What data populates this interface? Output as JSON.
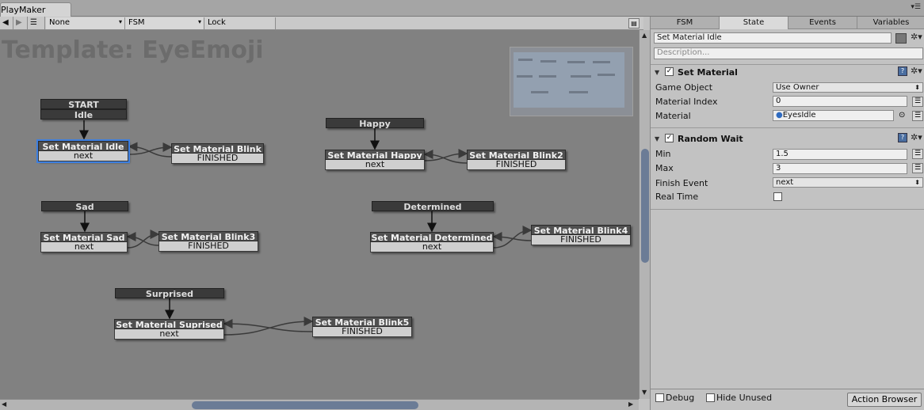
{
  "window": {
    "tab": "PlayMaker"
  },
  "toolbar": {
    "back": "◀",
    "fwd": "▶",
    "menu": "☰",
    "owner": "None",
    "fsm": "FSM",
    "lock": "Lock"
  },
  "canvas": {
    "title": "Template: EyeEmoji",
    "groups": [
      {
        "start": "START",
        "state": "Idle"
      },
      {
        "state": "Happy"
      },
      {
        "state": "Sad"
      },
      {
        "state": "Determined"
      },
      {
        "state": "Surprised"
      }
    ],
    "nodes": {
      "set_idle": {
        "title": "Set Material Idle",
        "event": "next"
      },
      "blink": {
        "title": "Set Material Blink",
        "event": "FINISHED"
      },
      "set_happy": {
        "title": "Set Material Happy",
        "event": "next"
      },
      "blink2": {
        "title": "Set Material Blink2",
        "event": "FINISHED"
      },
      "set_sad": {
        "title": "Set Material Sad",
        "event": "next"
      },
      "blink3": {
        "title": "Set Material Blink3",
        "event": "FINISHED"
      },
      "set_determined": {
        "title": "Set Material Determined",
        "event": "next"
      },
      "blink4": {
        "title": "Set Material Blink4",
        "event": "FINISHED"
      },
      "set_suprised": {
        "title": "Set Material Suprised",
        "event": "next"
      },
      "blink5": {
        "title": "Set Material Blink5",
        "event": "FINISHED"
      }
    }
  },
  "panel": {
    "tabs": [
      "FSM",
      "State",
      "Events",
      "Variables"
    ],
    "active_tab": "State",
    "state_name": "Set Material Idle",
    "description_placeholder": "Description...",
    "actions": [
      {
        "name": "Set Material",
        "enabled": true,
        "fields": [
          {
            "label": "Game Object",
            "value": "Use Owner",
            "kind": "dropdown"
          },
          {
            "label": "Material Index",
            "value": "0",
            "kind": "text"
          },
          {
            "label": "Material",
            "value": "EyesIdle",
            "kind": "object"
          }
        ]
      },
      {
        "name": "Random Wait",
        "enabled": true,
        "fields": [
          {
            "label": "Min",
            "value": "1.5",
            "kind": "text"
          },
          {
            "label": "Max",
            "value": "3",
            "kind": "text"
          },
          {
            "label": "Finish Event",
            "value": "next",
            "kind": "dropdown"
          },
          {
            "label": "Real Time",
            "value": "",
            "kind": "checkbox"
          }
        ]
      }
    ],
    "bottom": {
      "debug": "Debug",
      "hide_unused": "Hide Unused",
      "action_browser": "Action Browser"
    }
  }
}
